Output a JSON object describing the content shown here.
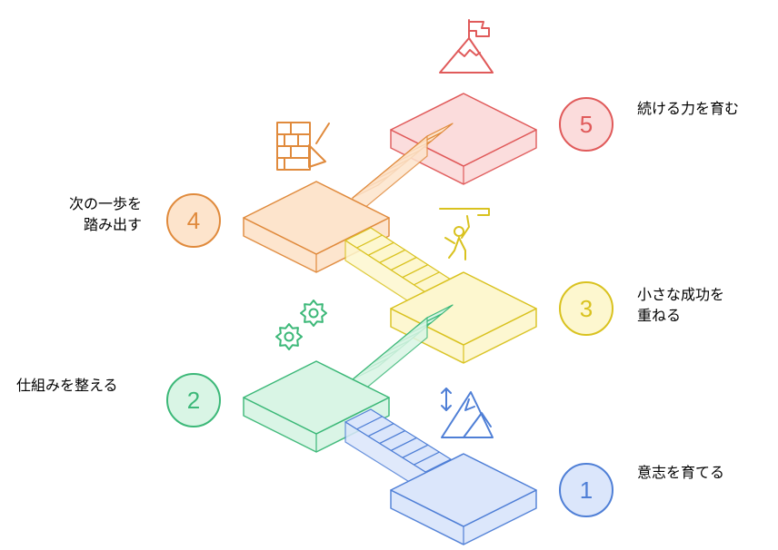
{
  "steps": [
    {
      "number": "1",
      "label_lines": [
        "意志を育てる"
      ],
      "color": "#4f7fd6",
      "fill": "#dbe6fb",
      "icon": "mountain-arrows-icon"
    },
    {
      "number": "2",
      "label_lines": [
        "仕組みを整える"
      ],
      "color": "#3cb878",
      "fill": "#d9f5e5",
      "icon": "gears-icon"
    },
    {
      "number": "3",
      "label_lines": [
        "小さな成功を",
        "重ねる"
      ],
      "color": "#d9c21f",
      "fill": "#fdf7cf",
      "icon": "climber-icon"
    },
    {
      "number": "4",
      "label_lines": [
        "次の一歩を",
        "踏み出す"
      ],
      "color": "#e08a3c",
      "fill": "#fde4cc",
      "icon": "brick-wall-trowel-icon"
    },
    {
      "number": "5",
      "label_lines": [
        "続ける力を育む"
      ],
      "color": "#e05a5a",
      "fill": "#fbdcdc",
      "icon": "summit-flag-icon"
    }
  ]
}
